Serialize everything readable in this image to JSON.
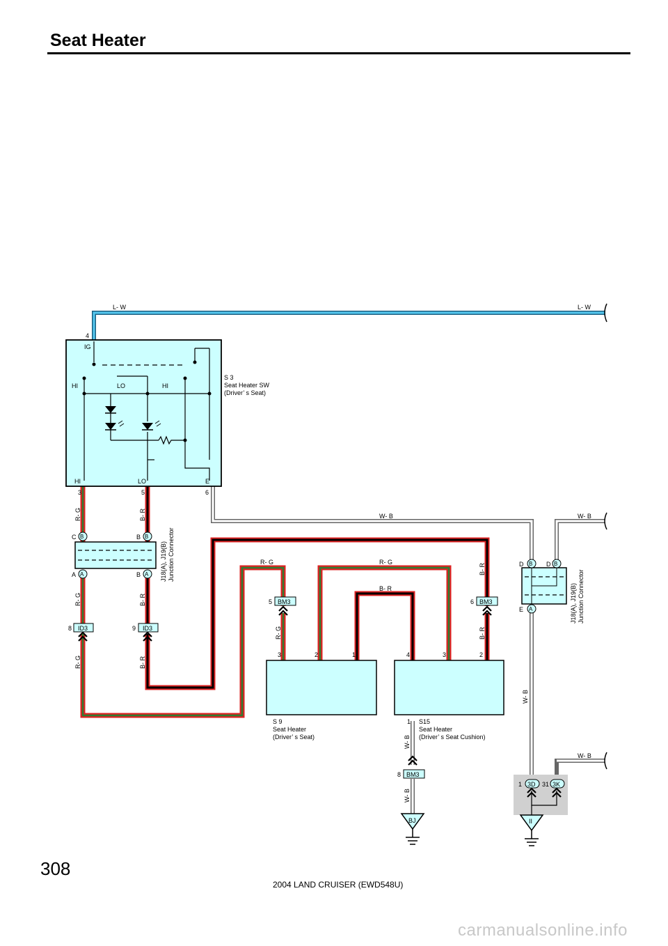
{
  "title": "Seat Heater",
  "page_number": "308",
  "footer": "2004 LAND CRUISER (EWD548U)",
  "watermark": "carmanualsonline.info",
  "colors": {
    "box": "#ccffff",
    "lw_wire": "#33aadd",
    "red": "#dd2222",
    "green": "#2e7d32",
    "ground_box": "#d0d0d0"
  },
  "wires": {
    "lw": "L- W",
    "rg": "R- G",
    "br": "B- R",
    "wb": "W- B"
  },
  "switch": {
    "code": "S 3",
    "name": "Seat Heater SW",
    "sub": "(Driver’ s Seat)",
    "pins": {
      "ig": "IG",
      "hi_l": "HI",
      "lo": "LO",
      "hi_r": "HI",
      "hi_b": "HI",
      "lo_b": "LO",
      "e_b": "E"
    },
    "pin_nums": {
      "ig": "4",
      "hi": "3",
      "lo": "5",
      "e": "6"
    }
  },
  "jc1": {
    "code": "J18(A), J19(B)",
    "name": "Junction Connector",
    "terms": {
      "c": "C",
      "b_top": "B",
      "a": "A",
      "b_bot": "B",
      "circ_b": "B",
      "circ_a": "A"
    }
  },
  "jc2": {
    "code": "J18(A), J19(B)",
    "name": "Junction Connector",
    "terms": {
      "d1": "D",
      "d2": "D",
      "e": "E",
      "circ_b": "B",
      "circ_a": "A"
    }
  },
  "connectors": {
    "id3": "ID3",
    "id3_a_pin": "8",
    "id3_b_pin": "9",
    "bm3": "BM3",
    "bm3_a_pin": "5",
    "bm3_b_pin": "6",
    "bm3_c_pin": "8",
    "c3d": "3D",
    "c3d_pin": "1",
    "c3k": "3K",
    "c3k_pin": "31"
  },
  "heater1": {
    "code": "S 9",
    "name": "Seat Heater",
    "sub": "(Driver’ s Seat)",
    "pins": {
      "p3": "3",
      "p2": "2",
      "p1": "1"
    }
  },
  "heater2": {
    "code": "S15",
    "name": "Seat Heater",
    "sub": "(Driver’ s Seat Cushion)",
    "pins": {
      "p4": "4",
      "p3": "3",
      "p2": "2",
      "p1": "1"
    }
  },
  "grounds": {
    "bj": "BJ",
    "ii": "II"
  }
}
